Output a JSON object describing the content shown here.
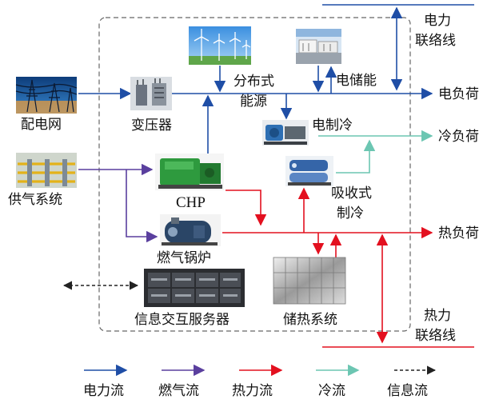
{
  "colors": {
    "electric": "#1f4ea6",
    "gas": "#5a3f9e",
    "heat": "#e3101f",
    "cooling": "#6cc6b2",
    "info": "#222222",
    "boundary": "#666666"
  },
  "nodes": {
    "grid": {
      "label": "配电网",
      "icon": "power-transmission-tower-photo"
    },
    "transformer": {
      "label": "变压器",
      "icon": "transformer-photo"
    },
    "distributed_energy": {
      "label_line1": "分布式",
      "label_line2": "能源",
      "icon": "wind-turbines-photo"
    },
    "storage": {
      "label": "电储能",
      "icon": "battery-container-photo"
    },
    "electric_chiller": {
      "label": "电制冷",
      "icon": "electric-chiller-photo"
    },
    "gas_system": {
      "label": "供气系统",
      "icon": "gas-pipeline-photo"
    },
    "chp": {
      "label": "CHP",
      "icon": "chp-genset-photo"
    },
    "absorption_chiller": {
      "label_line1": "吸收式",
      "label_line2": "制冷",
      "icon": "absorption-chiller-photo"
    },
    "gas_boiler": {
      "label": "燃气锅炉",
      "icon": "gas-boiler-photo"
    },
    "server": {
      "label": "信息交互服务器",
      "icon": "server-rack-photo"
    },
    "heat_storage": {
      "label": "储热系统",
      "icon": "heat-storage-tank-photo"
    }
  },
  "outputs": {
    "electric_load": "电负荷",
    "cooling_load": "冷负荷",
    "heat_load": "热负荷",
    "power_tie_line_1": "电力",
    "power_tie_line_2": "联络线",
    "heat_tie_line_1": "热力",
    "heat_tie_line_2": "联络线"
  },
  "legend": [
    {
      "label": "电力流",
      "color": "#1f4ea6",
      "style": "solid"
    },
    {
      "label": "燃气流",
      "color": "#5a3f9e",
      "style": "solid"
    },
    {
      "label": "热力流",
      "color": "#e3101f",
      "style": "solid"
    },
    {
      "label": "冷流",
      "color": "#6cc6b2",
      "style": "solid"
    },
    {
      "label": "信息流",
      "color": "#222222",
      "style": "dashed"
    }
  ]
}
